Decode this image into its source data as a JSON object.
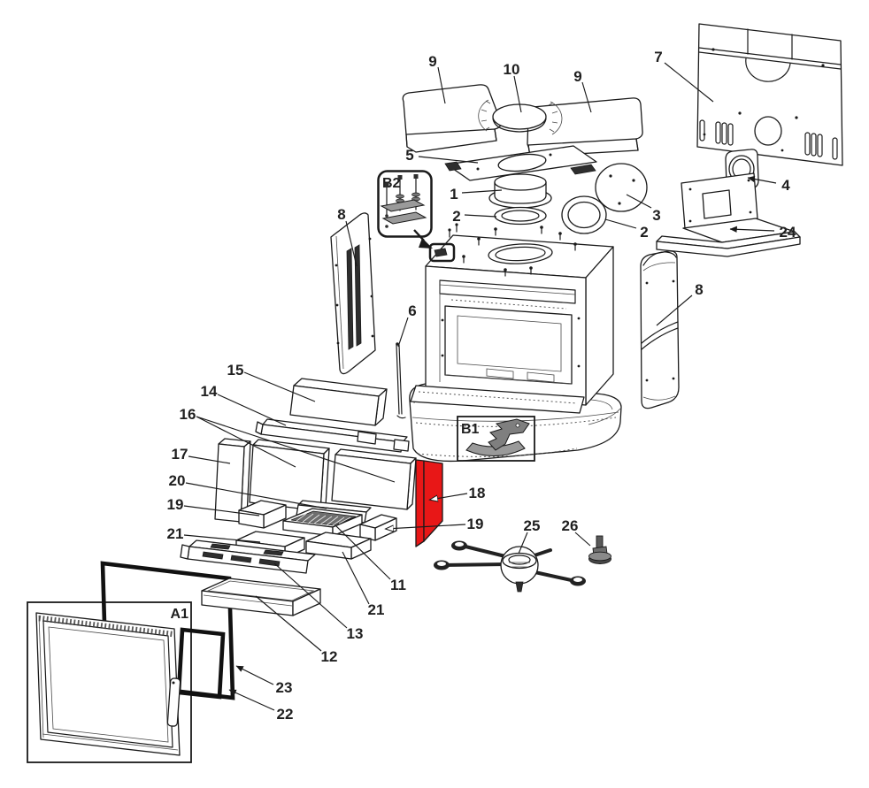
{
  "diagram": {
    "type": "exploded-parts-diagram",
    "subject": "stove fireplace exploded view",
    "background": "#ffffff",
    "line_color": "#1a1a1a",
    "highlight_color": "#e81717",
    "detail_boxes": [
      {
        "id": "A1",
        "label": "A1"
      },
      {
        "id": "B1",
        "label": "B1"
      },
      {
        "id": "B2",
        "label": "B2"
      }
    ],
    "callouts": [
      {
        "part": "9"
      },
      {
        "part": "10"
      },
      {
        "part": "9"
      },
      {
        "part": "7"
      },
      {
        "part": "5"
      },
      {
        "part": "1"
      },
      {
        "part": "2"
      },
      {
        "part": "3"
      },
      {
        "part": "2"
      },
      {
        "part": "4"
      },
      {
        "part": "24"
      },
      {
        "part": "8"
      },
      {
        "part": "8"
      },
      {
        "part": "6"
      },
      {
        "part": "15"
      },
      {
        "part": "14"
      },
      {
        "part": "16"
      },
      {
        "part": "17"
      },
      {
        "part": "20"
      },
      {
        "part": "19"
      },
      {
        "part": "21"
      },
      {
        "part": "18"
      },
      {
        "part": "19"
      },
      {
        "part": "25"
      },
      {
        "part": "26"
      },
      {
        "part": "11"
      },
      {
        "part": "21"
      },
      {
        "part": "13"
      },
      {
        "part": "12"
      },
      {
        "part": "23"
      },
      {
        "part": "22"
      }
    ]
  }
}
